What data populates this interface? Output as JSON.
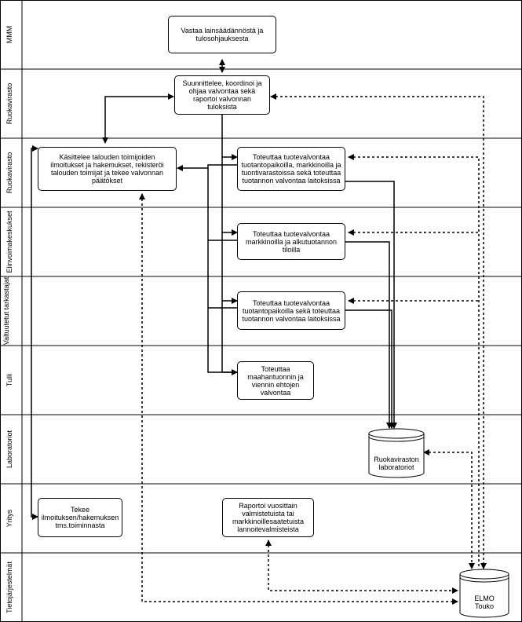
{
  "lanes": [
    {
      "label": "MMM"
    },
    {
      "label": "Ruokavirasto"
    },
    {
      "label": "Ruokavirasto"
    },
    {
      "label": "Elinvoimakeskukset"
    },
    {
      "label": "Valtuutetut tarkastajat"
    },
    {
      "label": "Tulli"
    },
    {
      "label": "Laboratoriot"
    },
    {
      "label": "Yritys"
    },
    {
      "label": "Tietojärjestelmät"
    }
  ],
  "nodes": {
    "mmm": "Vastaa lainsäädännöstä ja tulosohjauksesta",
    "ruoka_coord": "Suunnittelee, koordinoi ja ohjaa valvontaa sekä raportoi valvonnan tuloksista",
    "ruoka_handle": "Käsittelee talouden toimijoiden ilmoitukset ja hakemukset, rekisteröi talouden toimijat ja tekee valvonnan päätökset",
    "ruoka_perform": "Toteuttaa tuotevalvontaa tuotantopaikoilla, markkinoilla ja tuontivarastoissa sekä toteuttaa tuotannon valvontaa laitoksissa",
    "elinvoima": "Toteuttaa tuotevalvontaa markkinoilla ja alkutuotannon tiloilla",
    "valtuutetut": "Toteuttaa tuotevalvontaa tuotantopaikoilla sekä toteuttaa tuotannon valvontaa laitoksissa",
    "tulli": "Toteuttaa maahantuonnin ja viennin ehtojen valvontaa",
    "yritys_notify": "Tekee ilmoituksen/hakemuksen tms.toiminnasta",
    "yritys_report": "Raportoi vuosittain valmistetuista tai markkinoillesaatetuista lannoitevalmisteista"
  },
  "databases": {
    "lab": "Ruokaviraston laboratoriot",
    "elmo": "ELMO Touko"
  }
}
